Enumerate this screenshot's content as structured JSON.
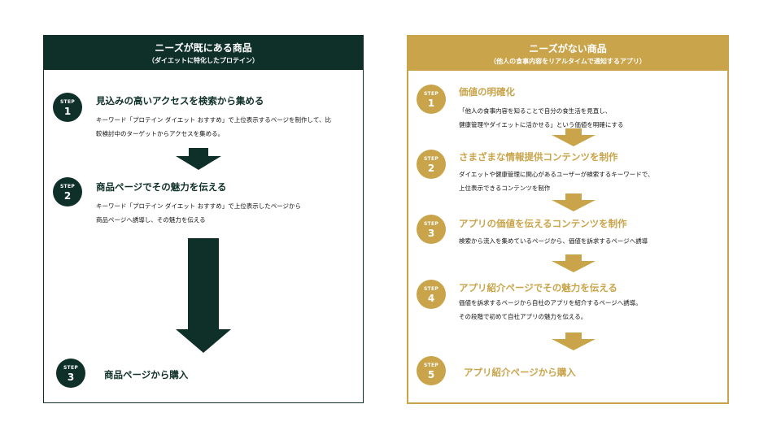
{
  "left": {
    "title": "ニーズが既にある商品",
    "subtitle": "（ダイエットに特化したプロテイン）",
    "step_label": "STEP",
    "steps": [
      {
        "num": "1",
        "title": "見込みの高いアクセスを検索から集める",
        "desc": [
          "キーワード「プロテイン ダイエット おすすめ」で上位表示するページを制作して、比",
          "較検討中のターゲットからアクセスを集める。"
        ]
      },
      {
        "num": "2",
        "title": "商品ページでその魅力を伝える",
        "desc": [
          "キーワード「プロテイン ダイエット おすすめ」で上位表示したページから",
          "商品ページへ誘導し、その魅力を伝える"
        ]
      },
      {
        "num": "3",
        "title": "商品ページから購入",
        "desc": []
      }
    ]
  },
  "right": {
    "title": "ニーズがない商品",
    "subtitle": "（他人の食事内容をリアルタイムで通知するアプリ）",
    "step_label": "STEP",
    "steps": [
      {
        "num": "1",
        "title": "価値の明確化",
        "desc": [
          "「他人の食事内容を知ることで自分の食生活を見直し、",
          "健康管理やダイエットに活かせる」という価値を明確にする"
        ]
      },
      {
        "num": "2",
        "title": "さまざまな情報提供コンテンツを制作",
        "desc": [
          "ダイエットや健康管理に関心があるユーザーが検索するキーワードで、",
          "上位表示できるコンテンツを制作"
        ]
      },
      {
        "num": "3",
        "title": "アプリの価値を伝えるコンテンツを制作",
        "desc": [
          "検索から流入を集めているページから、価値を訴求するページへ誘導"
        ]
      },
      {
        "num": "4",
        "title": "アプリ紹介ページでその魅力を伝える",
        "desc": [
          "価値を訴求するページから自社のアプリを紹介するページへ誘導。",
          "その段階で初めて自社アプリの魅力を伝える。"
        ]
      },
      {
        "num": "5",
        "title": "アプリ紹介ページから購入",
        "desc": []
      }
    ]
  },
  "colors": {
    "dark_green": "#0f3028",
    "gold": "#c9a44a"
  }
}
